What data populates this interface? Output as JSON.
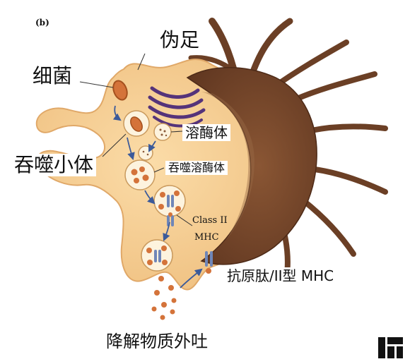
{
  "panel_letter": "(b)",
  "labels": {
    "pseudopod": "伪足",
    "bacterium": "细菌",
    "phagosome": "吞噬小体",
    "lysosome": "溶酶体",
    "phagolysosome": "吞噬溶酶体",
    "class2_line1": "Class II",
    "class2_line2": "MHC",
    "peptide_mhc": "抗原肽/II型 MHC",
    "exocytosis": "降解物质外吐"
  },
  "colors": {
    "cytoplasm": "#f3c98b",
    "nucleus": "#7a4a2c",
    "bacteria": "#d4733a",
    "golgi": "#55337a",
    "mhc": "#6f86b8",
    "arrow": "#3b5a9a"
  },
  "icons": [
    "corner-logo-icon"
  ]
}
